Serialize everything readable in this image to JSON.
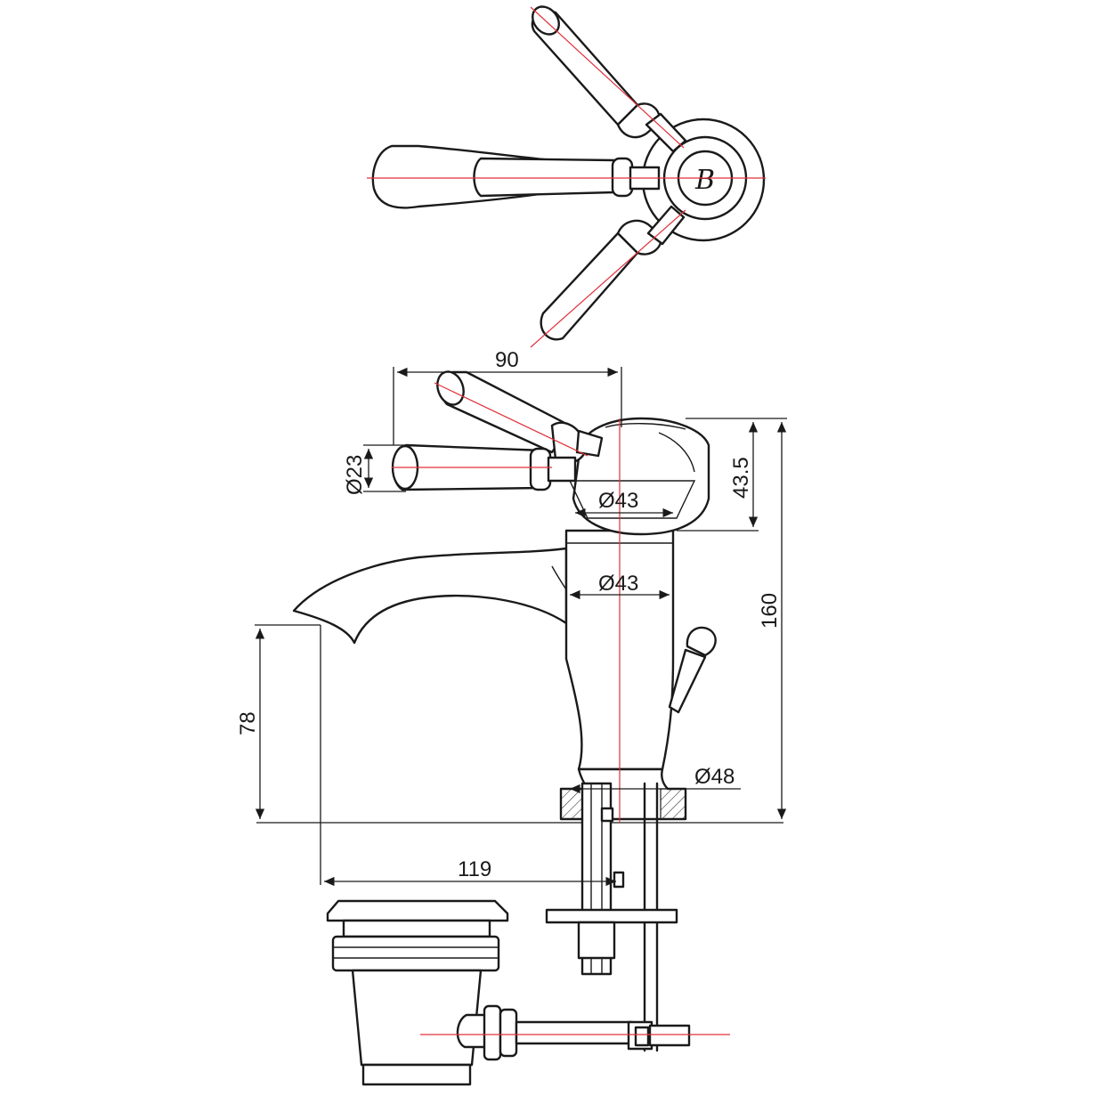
{
  "dimensions": {
    "handle_spread": "90",
    "lever_diameter": "Ø23",
    "body_upper_diameter": "Ø43",
    "body_lower_diameter": "Ø43",
    "head_height": "43.5",
    "overall_height": "160",
    "spout_height": "78",
    "base_diameter": "Ø48",
    "spout_reach": "119"
  },
  "logo_mark": "B",
  "colors": {
    "outline": "#1a1a1a",
    "centerline": "#e0303a",
    "background": "#ffffff"
  }
}
